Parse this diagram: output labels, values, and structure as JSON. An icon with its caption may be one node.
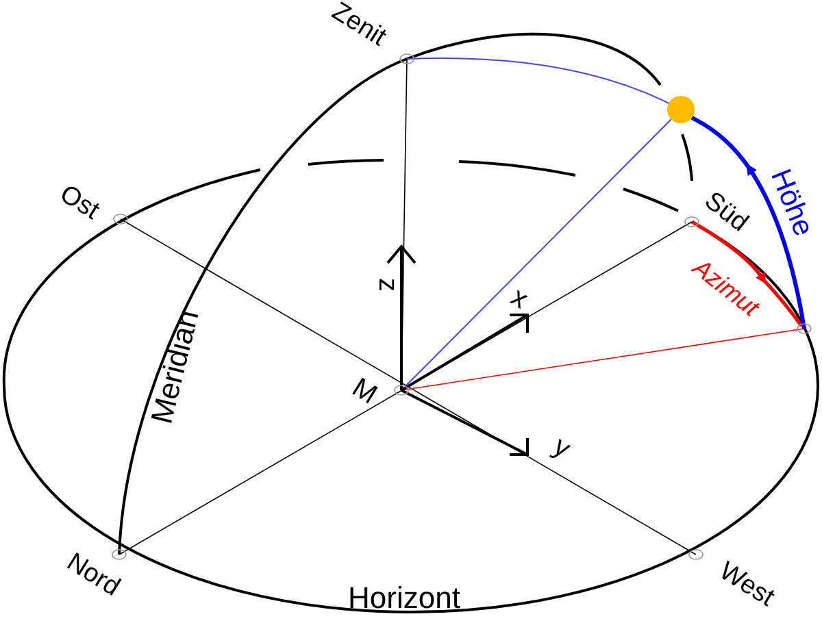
{
  "diagram": {
    "labels": [
      "Zenit",
      "Ost",
      "Süd",
      "Höhe",
      "Azimut",
      "Meridian",
      "z",
      "x",
      "M",
      "y",
      "Nord",
      "West",
      "Horizont"
    ]
  }
}
